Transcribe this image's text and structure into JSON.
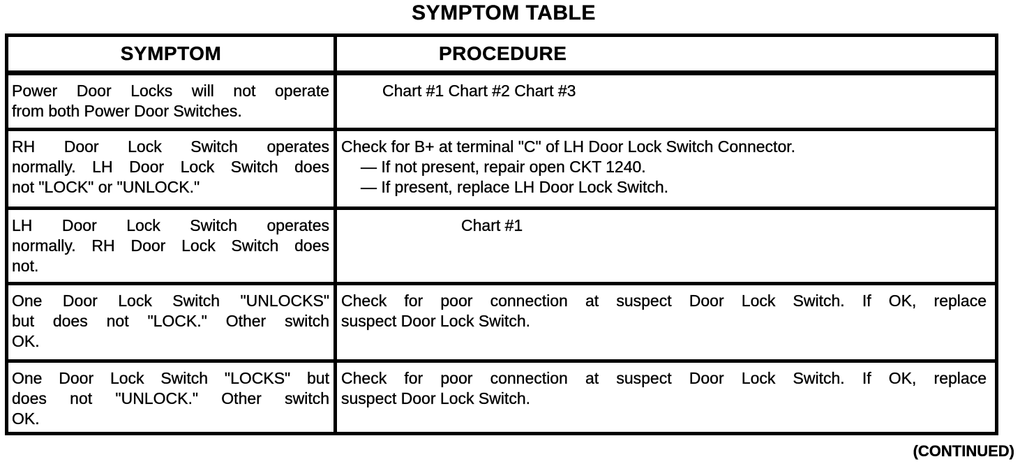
{
  "colors": {
    "ink": "#000000",
    "paper": "#ffffff"
  },
  "page": {
    "title": "SYMPTOM TABLE",
    "continued_note": "(CONTINUED)"
  },
  "table": {
    "headers": {
      "symptom": "SYMPTOM",
      "procedure": "PROCEDURE"
    },
    "rows": [
      {
        "symptom_lines": [
          "Power Door Locks will not operate",
          "from both Power Door Switches."
        ],
        "procedure_lines": [
          "Chart #1 Chart #2 Chart #3"
        ]
      },
      {
        "symptom_lines": [
          "RH Door Lock Switch operates",
          "normally. LH Door Lock Switch does",
          "not \"LOCK\" or \"UNLOCK.\""
        ],
        "procedure_lines": [
          "Check for B+ at terminal \"C\" of LH Door Lock Switch Connector.",
          "— If not present, repair open CKT 1240.",
          "— If present, replace LH Door Lock Switch."
        ]
      },
      {
        "symptom_lines": [
          "LH Door Lock Switch operates",
          "normally. RH Door Lock Switch does",
          "not."
        ],
        "procedure_lines": [
          "Chart #1"
        ]
      },
      {
        "symptom_lines": [
          "One Door Lock Switch \"UNLOCKS\"",
          "but does not \"LOCK.\" Other switch",
          "OK."
        ],
        "procedure_lines": [
          "Check for poor connection at suspect Door Lock Switch. If OK, replace",
          "suspect Door Lock Switch."
        ]
      },
      {
        "symptom_lines": [
          "One Door Lock Switch \"LOCKS\" but",
          "does not \"UNLOCK.\" Other switch",
          "OK."
        ],
        "procedure_lines": [
          "Check for poor connection at suspect Door Lock Switch. If OK, replace",
          "suspect Door Lock Switch."
        ]
      }
    ]
  }
}
